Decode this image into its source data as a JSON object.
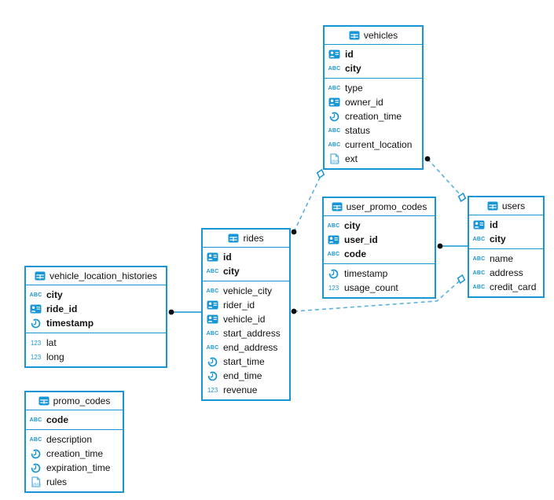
{
  "diagram": {
    "kind": "entity-relationship-diagram",
    "background": "#ffffff",
    "accent_color": "#1795d4",
    "dashed_line_color": "#58b1e2",
    "text_color": "#111111",
    "icon_legend": {
      "id": "id-card-icon",
      "string": "abc-text-icon",
      "time": "clock-icon",
      "number": "123-number-icon",
      "json": "json-document-icon",
      "table": "table-grid-icon"
    },
    "tables": [
      {
        "name": "vehicles",
        "key_columns": [
          {
            "name": "id",
            "type": "id"
          },
          {
            "name": "city",
            "type": "string"
          }
        ],
        "columns": [
          {
            "name": "type",
            "type": "string"
          },
          {
            "name": "owner_id",
            "type": "id"
          },
          {
            "name": "creation_time",
            "type": "time"
          },
          {
            "name": "status",
            "type": "string"
          },
          {
            "name": "current_location",
            "type": "string"
          },
          {
            "name": "ext",
            "type": "json"
          }
        ]
      },
      {
        "name": "user_promo_codes",
        "key_columns": [
          {
            "name": "city",
            "type": "string"
          },
          {
            "name": "user_id",
            "type": "id"
          },
          {
            "name": "code",
            "type": "string"
          }
        ],
        "columns": [
          {
            "name": "timestamp",
            "type": "time"
          },
          {
            "name": "usage_count",
            "type": "number"
          }
        ]
      },
      {
        "name": "users",
        "key_columns": [
          {
            "name": "id",
            "type": "id"
          },
          {
            "name": "city",
            "type": "string"
          }
        ],
        "columns": [
          {
            "name": "name",
            "type": "string"
          },
          {
            "name": "address",
            "type": "string"
          },
          {
            "name": "credit_card",
            "type": "string"
          }
        ]
      },
      {
        "name": "rides",
        "key_columns": [
          {
            "name": "id",
            "type": "id"
          },
          {
            "name": "city",
            "type": "string"
          }
        ],
        "columns": [
          {
            "name": "vehicle_city",
            "type": "string"
          },
          {
            "name": "rider_id",
            "type": "id"
          },
          {
            "name": "vehicle_id",
            "type": "id"
          },
          {
            "name": "start_address",
            "type": "string"
          },
          {
            "name": "end_address",
            "type": "string"
          },
          {
            "name": "start_time",
            "type": "time"
          },
          {
            "name": "end_time",
            "type": "time"
          },
          {
            "name": "revenue",
            "type": "number"
          }
        ]
      },
      {
        "name": "vehicle_location_histories",
        "key_columns": [
          {
            "name": "city",
            "type": "string"
          },
          {
            "name": "ride_id",
            "type": "id"
          },
          {
            "name": "timestamp",
            "type": "time"
          }
        ],
        "columns": [
          {
            "name": "lat",
            "type": "number"
          },
          {
            "name": "long",
            "type": "number"
          }
        ]
      },
      {
        "name": "promo_codes",
        "key_columns": [
          {
            "name": "code",
            "type": "string"
          }
        ],
        "columns": [
          {
            "name": "description",
            "type": "string"
          },
          {
            "name": "creation_time",
            "type": "time"
          },
          {
            "name": "expiration_time",
            "type": "time"
          },
          {
            "name": "rules",
            "type": "json"
          }
        ]
      }
    ],
    "connections": [
      {
        "from": "vehicle_location_histories",
        "to": "rides",
        "style": "solid"
      },
      {
        "from": "user_promo_codes",
        "to": "users",
        "style": "solid"
      },
      {
        "from": "rides",
        "to": "vehicles",
        "style": "dashed"
      },
      {
        "from": "vehicles",
        "to": "users",
        "style": "dashed"
      },
      {
        "from": "rides",
        "to": "users",
        "style": "dashed"
      }
    ]
  }
}
